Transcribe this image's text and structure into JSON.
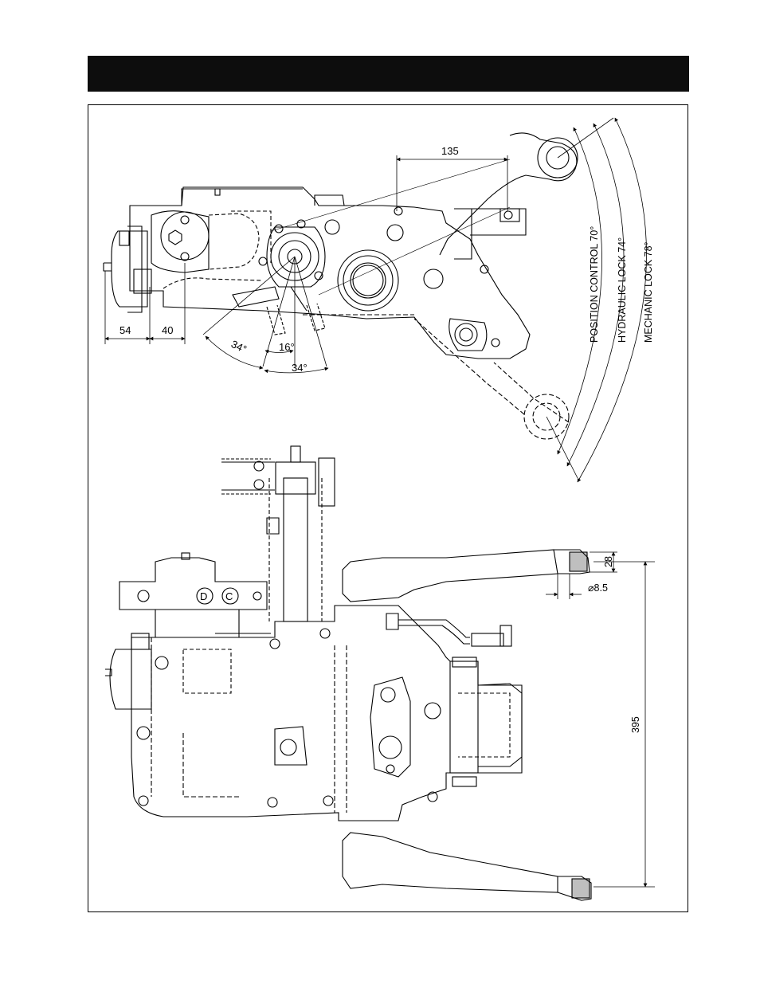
{
  "colors": {
    "header_bar": "#0d0d0d",
    "line": "#000000",
    "background": "#ffffff"
  },
  "header": {
    "title": ""
  },
  "top_view": {
    "dim_135": "135",
    "dim_54": "54",
    "dim_40": "40",
    "angle_34_left": "34°",
    "angle_16": "16°",
    "angle_34_right": "34°",
    "position_control": "POSITION CONTROL 70°",
    "hydraulic_lock": "HYDRAULIC LOCK 74°",
    "mechanic_lock": "MECHANIC LOCK 78°"
  },
  "bottom_view": {
    "dim_28": "28",
    "dim_dia": "⌀8.5",
    "dim_395": "395",
    "port_d": "D",
    "port_c": "C"
  }
}
